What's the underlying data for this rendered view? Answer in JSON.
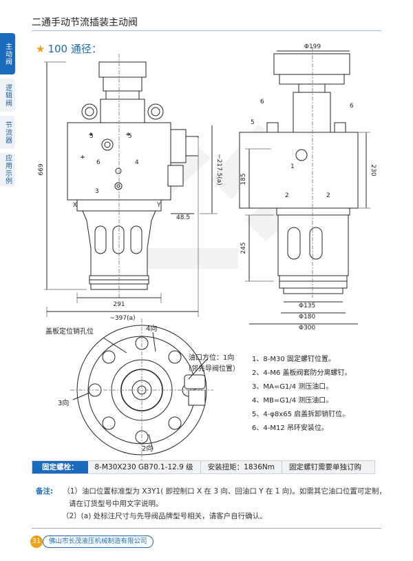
{
  "page_title": "二通手动节流插装主动阀",
  "side_tabs": [
    "主动阀",
    "逻辑阀",
    "节流器",
    "应用示例"
  ],
  "section": {
    "star": "★",
    "heading": "100 通径："
  },
  "drawing": {
    "front": {
      "height": "669",
      "width_bottom": "291",
      "width_total": "~397(a)",
      "right_height": "~217.5(a)",
      "offset": "48.5",
      "labels": [
        "5",
        "5",
        "6",
        "4",
        "3"
      ],
      "x": "X",
      "y": "Y"
    },
    "side": {
      "top_dia": "Φ199",
      "label_6a": "6",
      "label_6b": "6",
      "label_5": "5",
      "label_1": "1",
      "label_2a": "2",
      "label_2b": "2",
      "dim_230": "230",
      "dim_185": "185",
      "dim_245": "245",
      "dia_135": "Φ135",
      "dia_180": "Φ180",
      "dia_300": "Φ300"
    },
    "bottom": {
      "pin_hole": "盖板定位销孔位",
      "dir4": "4向",
      "oil_port": "油口方位：1向",
      "oil_port_note": "（邻先导阀位置）",
      "dir3": "3向",
      "dir2": "2向"
    }
  },
  "notes": [
    "1、8-M30 固定螺钉位置。",
    "2、4-M6 盖板阀套防分离螺钉。",
    "3、MA=G1/4 测压油口。",
    "4、MB=G1/4 测压油口。",
    "5、4-φ8x65 启盖拆卸销钉位。",
    "6、4-M12 吊环安装位。"
  ],
  "spec": {
    "label": "固定螺栓：",
    "bolt": "8-M30X230 GB70.1-12.9 级",
    "torque": "安装扭矩：1836Nm",
    "order": "固定螺钉需要单独订购"
  },
  "remarks": {
    "label": "备注:",
    "line1": "（1）油口位置标准型为 X3Y1( 即控制口 X 在 3 向、回油口 Y 在 1 向)。如需其它油口位置可定制，",
    "line1b": "请在订货型号中用文字说明。",
    "line2": "（2）(a) 处标注尺寸与先导阀品牌型号相关，请客户自行确认。"
  },
  "footer": {
    "page": "31",
    "company": "佛山市长茂液压机械制造有限公司"
  }
}
